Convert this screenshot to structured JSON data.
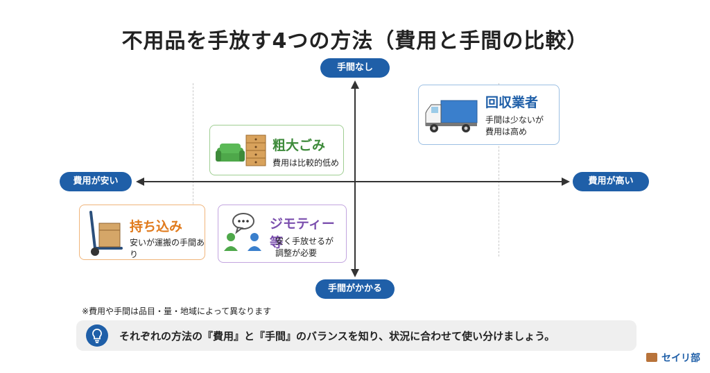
{
  "title": "不用品を手放す4つの方法（費用と手間の比較）",
  "axes": {
    "top": "手間なし",
    "bottom": "手間がかかる",
    "left": "費用が安い",
    "right": "費用が高い"
  },
  "items": [
    {
      "name": "回収業者",
      "desc1": "手間は少ないが",
      "desc2": "費用は高め",
      "color": "#1f5fa8",
      "icon": "truck-icon"
    },
    {
      "name": "粗大ごみ",
      "desc1": "費用は比較的低め",
      "desc2": "",
      "color": "#3d8a3a",
      "icon": "sofa-dresser-icon"
    },
    {
      "name": "持ち込み",
      "desc1": "安いが運搬の手間あり",
      "desc2": "",
      "color": "#e07a1c",
      "icon": "hand-truck-icon"
    },
    {
      "name": "ジモティー等",
      "desc1": "安く手放せるが",
      "desc2": "調整が必要",
      "color": "#7b4fae",
      "icon": "people-chat-icon"
    }
  ],
  "note": "※費用や手間は品目・量・地域によって異なります",
  "tip": "それぞれの方法の『費用』と『手間』のバランスを知り、状況に合わせて使い分けましょう。",
  "logo": "セイリ部",
  "colors": {
    "accent": "#1f5fa8",
    "green": "#3d8a3a",
    "orange": "#e07a1c",
    "purple": "#7b4fae"
  }
}
